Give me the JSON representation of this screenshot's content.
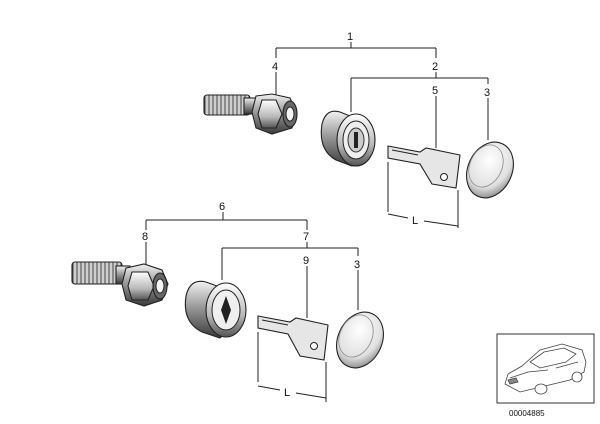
{
  "callouts": {
    "group_top": "1",
    "bolt_top": "4",
    "lockset_top": "2",
    "key_top": "5",
    "cap_top": "3",
    "group_bottom": "6",
    "bolt_bottom": "8",
    "lockset_bottom": "7",
    "key_bottom": "9",
    "cap_bottom": "3"
  },
  "dimension_top": "L",
  "dimension_bottom": "L",
  "diagram_number": "00004885",
  "icons": {
    "thumbnail": "car-icon"
  }
}
